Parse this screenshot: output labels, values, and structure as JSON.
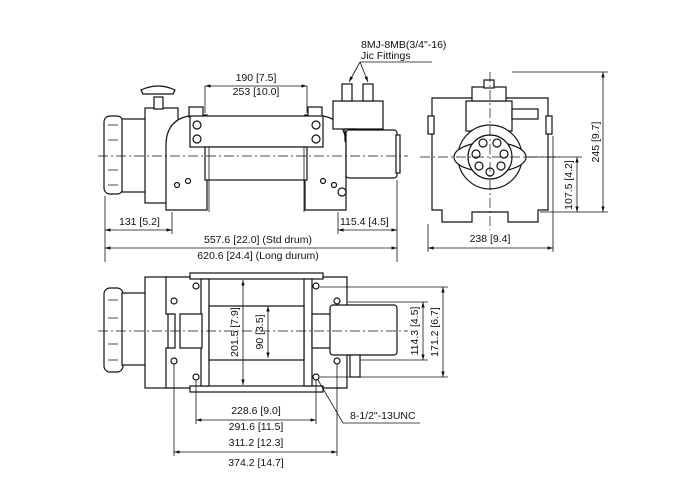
{
  "side_view": {
    "fitting_label_1": "8MJ-8MB(3/4\"-16)",
    "fitting_label_2": "Jic Fittings",
    "dim_tie_bar": "190 [7.5]",
    "dim_tie_bar_outer": "253 [10.0]",
    "dim_left_offset": "131 [5.2]",
    "dim_right_offset": "115.4 [4.5]",
    "dim_length_std": "557.6 [22.0] (Std drum)",
    "dim_length_long": "620.6 [24.4] (Long durum)"
  },
  "end_view": {
    "dim_height": "245 [9.7]",
    "dim_center_height": "107.5 [4.2]",
    "dim_width": "238 [9.4]"
  },
  "bottom_view": {
    "dim_flange": "201.5 [7.9]",
    "dim_drum": "90 [3.5]",
    "dim_bolt_inner": "114.3 [4.5]",
    "dim_bolt_outer": "171.2 [6.7]",
    "dim_bolt_spacing": "228.6 [9.0]",
    "dim_bolt_spacing_long": "291.6 [11.5]",
    "dim_mount": "311.2 [12.3]",
    "dim_mount_long": "374.2 [14.7]",
    "bolt_label": "8-1/2\"-13UNC"
  }
}
